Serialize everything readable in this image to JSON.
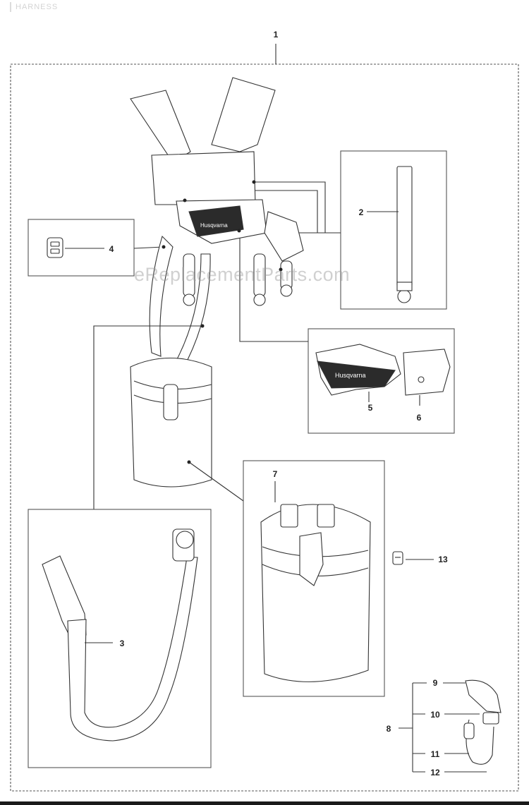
{
  "header": {
    "title": "HARNESS"
  },
  "watermark": "eReplacementParts.com",
  "brand": "Husqvarna",
  "parts": [
    {
      "id": "part-1",
      "label": "1"
    },
    {
      "id": "part-2",
      "label": "2"
    },
    {
      "id": "part-3",
      "label": "3"
    },
    {
      "id": "part-4",
      "label": "4"
    },
    {
      "id": "part-5",
      "label": "5"
    },
    {
      "id": "part-6",
      "label": "6"
    },
    {
      "id": "part-7",
      "label": "7"
    },
    {
      "id": "part-8",
      "label": "8"
    },
    {
      "id": "part-9",
      "label": "9"
    },
    {
      "id": "part-10",
      "label": "10"
    },
    {
      "id": "part-11",
      "label": "11"
    },
    {
      "id": "part-12",
      "label": "12"
    },
    {
      "id": "part-13",
      "label": "13"
    }
  ]
}
